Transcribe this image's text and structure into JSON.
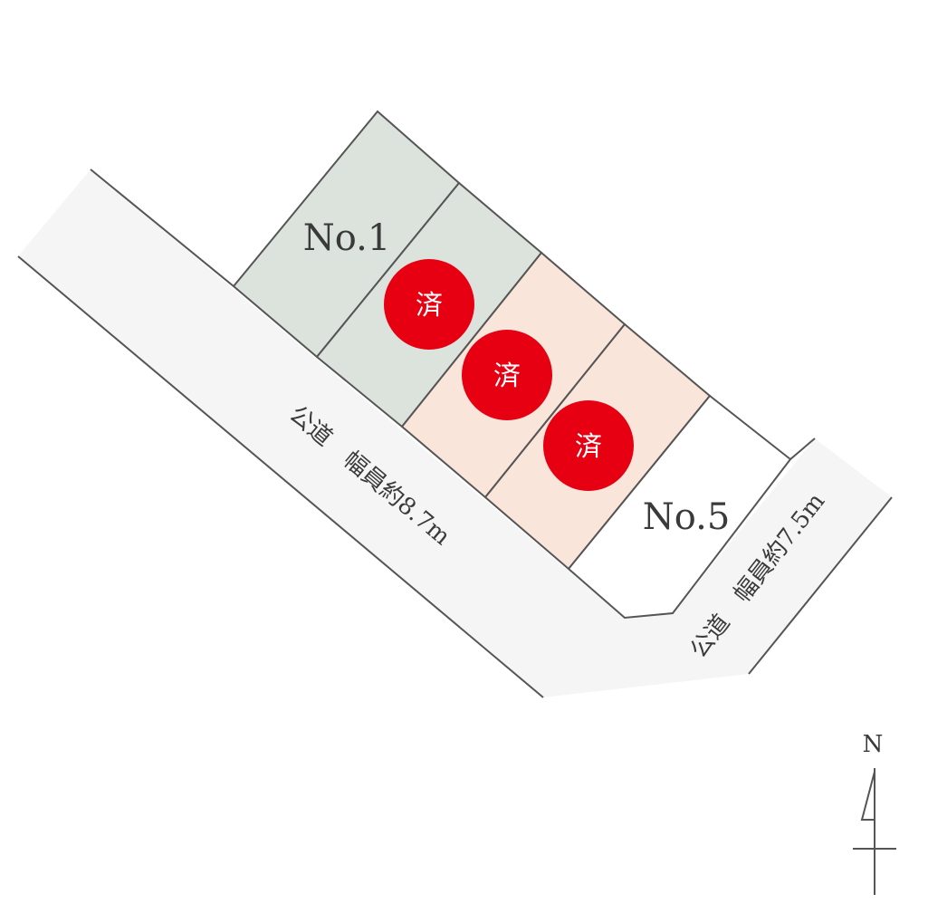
{
  "lots": [
    {
      "id": "no1",
      "label": "No.1",
      "status": "available",
      "fill": "#dce3dc"
    },
    {
      "id": "no2",
      "label": "",
      "status": "sold",
      "fill": "#dce3dc"
    },
    {
      "id": "no3",
      "label": "",
      "status": "sold",
      "fill": "#fae5da"
    },
    {
      "id": "no4",
      "label": "",
      "status": "sold",
      "fill": "#fae5da"
    },
    {
      "id": "no5",
      "label": "No.5",
      "status": "available",
      "fill": "#ffffff"
    }
  ],
  "sold_badge": {
    "text": "済",
    "color": "#e60012"
  },
  "roads": {
    "main": {
      "label": "公道　幅員約8.7m",
      "fill": "#f5f5f5"
    },
    "side": {
      "label": "公道　幅員約7.5m",
      "fill": "#f5f5f5"
    }
  },
  "north_arrow": {
    "label": "N"
  },
  "colors": {
    "line": "#555555"
  }
}
